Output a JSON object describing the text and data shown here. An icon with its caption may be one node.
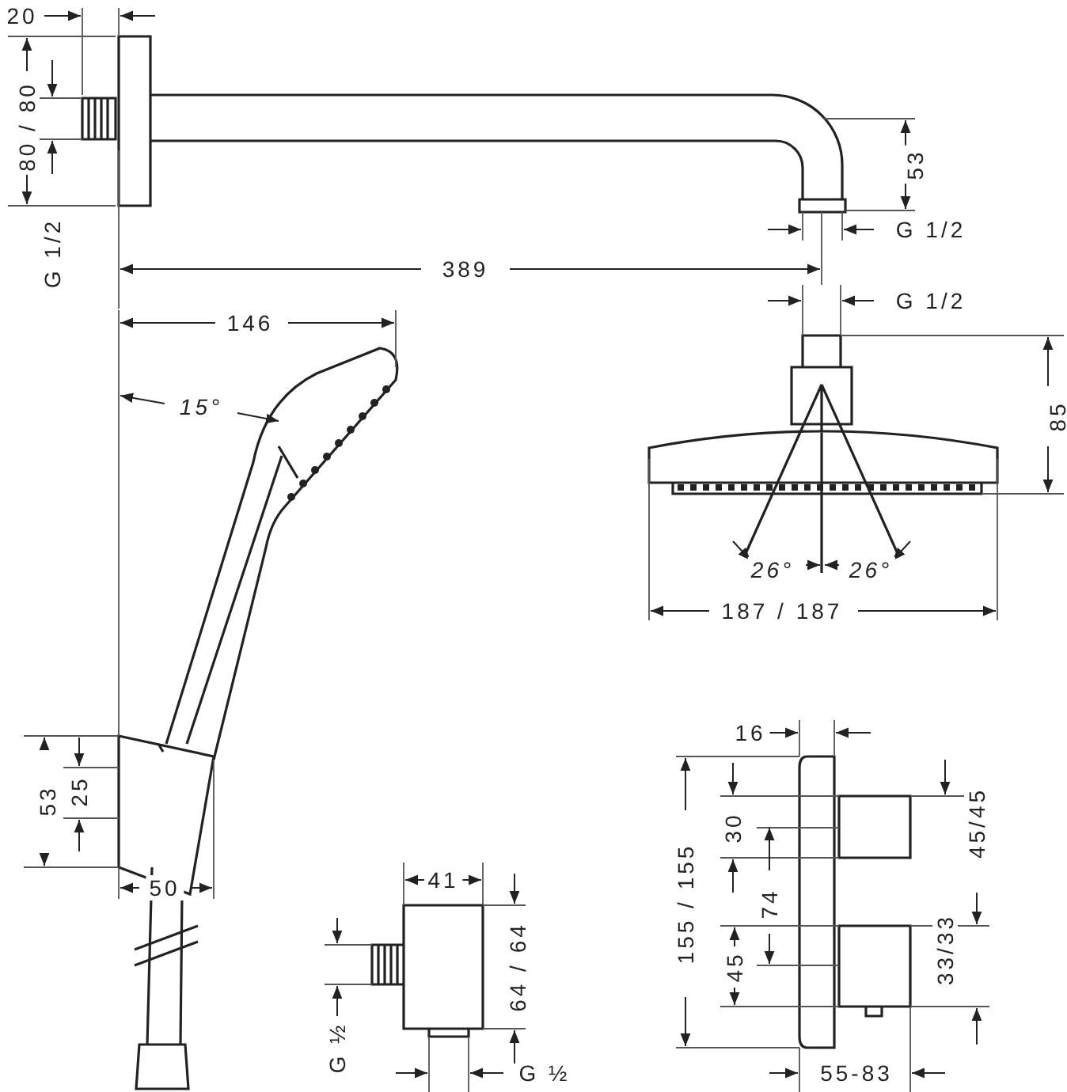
{
  "diagram": {
    "labels": [
      "20",
      "80 / 80",
      "G 1/2",
      "53",
      "G 1/2",
      "389",
      "G 1/2",
      "146",
      "15°",
      "85",
      "26°",
      "26°",
      "187 / 187",
      "53",
      "25",
      "50",
      "16",
      "30",
      "45/45",
      "41",
      "64 / 64",
      "74",
      "155 / 155",
      "45",
      "33/33",
      "G ½",
      "G ½",
      "55-83"
    ]
  }
}
